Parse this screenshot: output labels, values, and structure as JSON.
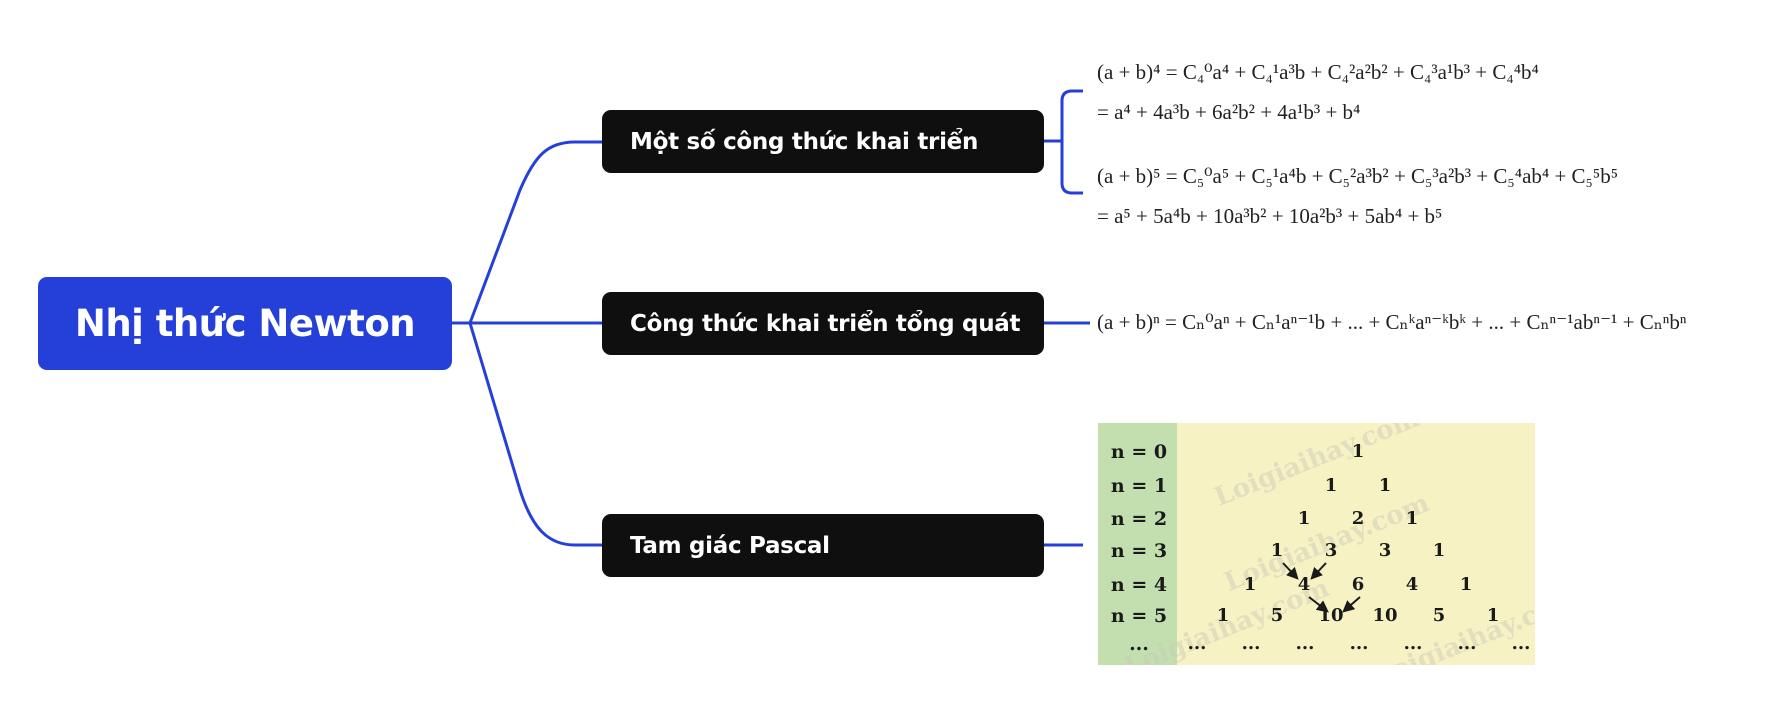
{
  "root": {
    "label": "Nhị thức Newton",
    "color": "#2540d9"
  },
  "branches": [
    {
      "label": "Một số công thức khai triển"
    },
    {
      "label": "Công thức khai triển tổng quát"
    },
    {
      "label": "Tam giác Pascal"
    }
  ],
  "formulas": {
    "f4_line1": "(a + b)⁴ = C₄⁰a⁴ + C₄¹a³b + C₄²a²b² + C₄³a¹b³ + C₄⁴b⁴",
    "f4_line2": "= a⁴ + 4a³b + 6a²b² + 4a¹b³ + b⁴",
    "f5_line1": "(a + b)⁵ = C₅⁰a⁵ + C₅¹a⁴b + C₅²a³b² + C₅³a²b³ + C₅⁴ab⁴ + C₅⁵b⁵",
    "f5_line2": "= a⁵ + 5a⁴b + 10a³b² + 10a²b³ + 5ab⁴ + b⁵",
    "general": "(a + b)ⁿ = Cₙ⁰aⁿ + Cₙ¹aⁿ⁻¹b + ... + Cₙᵏaⁿ⁻ᵏbᵏ + ... + Cₙⁿ⁻¹abⁿ⁻¹ + Cₙⁿbⁿ"
  },
  "pascal": {
    "row_labels": [
      "n = 0",
      "n = 1",
      "n = 2",
      "n = 3",
      "n = 4",
      "n = 5",
      "..."
    ],
    "rows": [
      [
        "1"
      ],
      [
        "1",
        "1"
      ],
      [
        "1",
        "2",
        "1"
      ],
      [
        "1",
        "3",
        "3",
        "1"
      ],
      [
        "1",
        "4",
        "6",
        "4",
        "1"
      ],
      [
        "1",
        "5",
        "10",
        "10",
        "5",
        "1"
      ],
      [
        "...",
        "...",
        "...",
        "...",
        "...",
        "...",
        "..."
      ]
    ],
    "watermark": "Loigiaihay.com",
    "colors": {
      "label_column": "#c3dfb0",
      "background": "#f6f2c4"
    }
  },
  "connector_color": "#2540d9"
}
